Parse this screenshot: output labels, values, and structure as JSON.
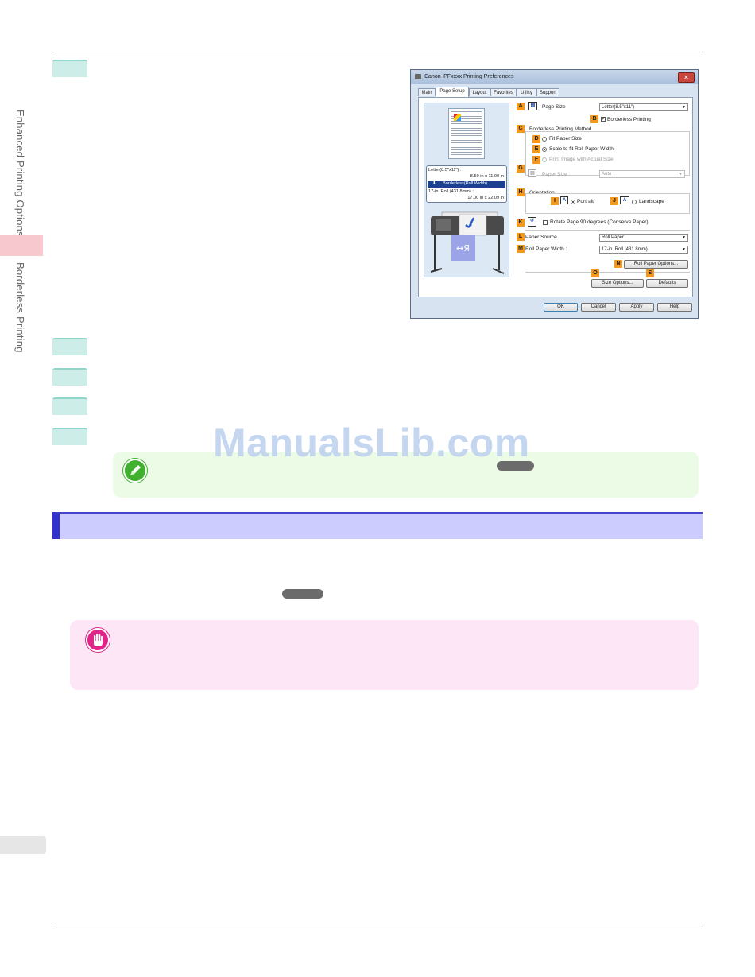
{
  "sidebar": {
    "chapter_label": "Enhanced Printing Options",
    "section_label": "Borderless Printing"
  },
  "watermark": "ManualsLib.com",
  "dialog": {
    "title": "Canon iPFxxxx Printing Preferences",
    "close_glyph": "✕",
    "tabs": [
      {
        "label": "Main",
        "active": false
      },
      {
        "label": "Page Setup",
        "active": true
      },
      {
        "label": "Layout",
        "active": false
      },
      {
        "label": "Favorites",
        "active": false
      },
      {
        "label": "Utility",
        "active": false
      },
      {
        "label": "Support",
        "active": false
      }
    ],
    "preview": {
      "info_line1": "Letter(8.5\"x11\") :",
      "info_line2": "8.50 in x 11.00 in",
      "info_highlight": "Borderless(Roll Width)",
      "info_line3": "17-in. Roll (431.8mm) :",
      "info_line4": "17.00 in x 22.09 in"
    },
    "badges": {
      "A": "A",
      "B": "B",
      "C": "C",
      "D": "D",
      "E": "E",
      "F": "F",
      "G": "G",
      "H": "H",
      "I": "I",
      "J": "J",
      "K": "K",
      "L": "L",
      "M": "M",
      "N": "N",
      "O": "O",
      "S": "S"
    },
    "page_size_label": "Page Size",
    "page_size_value": "Letter(8.5\"x11\")",
    "borderless_printing_label": "Borderless Printing",
    "borderless_printing_checked": true,
    "borderless_method_label": "Borderless Printing Method",
    "fit_paper_size_label": "Fit Paper Size",
    "scale_to_fit_label": "Scale to fit Roll Paper Width",
    "print_actual_size_label": "Print Image with Actual Size",
    "paper_size_label": "Paper Size :",
    "paper_size_value": "Auto",
    "orientation_label": "Orientation",
    "portrait_label": "Portrait",
    "landscape_label": "Landscape",
    "rotate_label": "Rotate Page 90 degrees (Conserve Paper)",
    "paper_source_label": "Paper Source :",
    "paper_source_value": "Roll Paper",
    "roll_paper_width_label": "Roll Paper Width :",
    "roll_paper_width_value": "17-in. Roll (431.8mm)",
    "roll_paper_options_button": "Roll Paper Options...",
    "size_options_button": "Size Options...",
    "defaults_button": "Defaults",
    "ok_button": "OK",
    "cancel_button": "Cancel",
    "apply_button": "Apply",
    "help_button": "Help"
  },
  "colors": {
    "step_marker": "#cdeee8",
    "note_background": "#ecfbe6",
    "important_background": "#fde6f6",
    "section_bar": "#ccccff",
    "side_tab": "#f7c9cf",
    "badge": "#f39a1e"
  },
  "icons": {
    "note": "pencil-icon",
    "important": "hand-stop-icon"
  }
}
